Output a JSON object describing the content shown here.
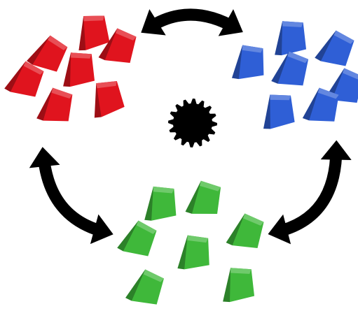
{
  "colors": {
    "background": "#ffffff",
    "arrow": "#000000",
    "gear": "#000000",
    "red_group": "#e0141e",
    "blue_group": "#2f5fd6",
    "green_group": "#3fb83a"
  },
  "icons": {
    "arrows": "curved-double-headed-arrow",
    "center": "gear-icon",
    "pieces": "wedge-block-icon"
  },
  "groups": [
    {
      "id": "red",
      "piece_count": 7
    },
    {
      "id": "blue",
      "piece_count": 7
    },
    {
      "id": "green",
      "piece_count": 7
    }
  ],
  "arrow_count": 3
}
